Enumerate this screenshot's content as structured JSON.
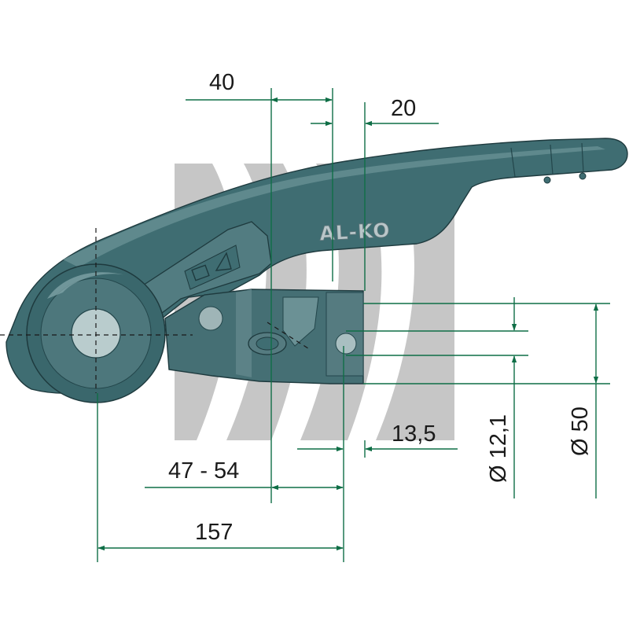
{
  "drawing": {
    "brand_label": "AL-KO",
    "colors": {
      "dimension_line": "#0f6e46",
      "part_fill": "#3f6d72",
      "part_light": "#6d9599",
      "part_dark": "#23464b",
      "background_mark": "#c8c8c8"
    }
  },
  "dimensions": {
    "top_width": "40",
    "top_offset": "20",
    "pin_offset": "13,5",
    "range": "47 - 54",
    "overall": "157",
    "bore_diameter": "Ø 12,1",
    "ball_diameter": "Ø 50"
  }
}
